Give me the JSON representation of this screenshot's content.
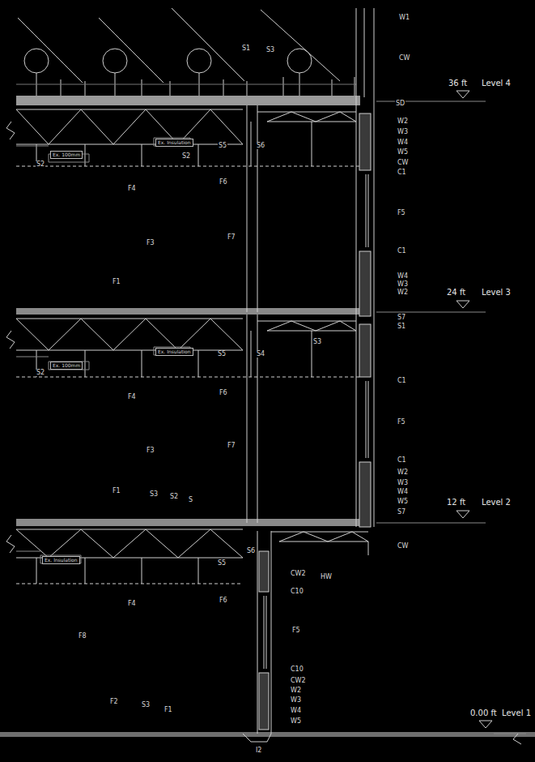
{
  "diagram": {
    "labels": [
      "W1",
      "CW",
      "S1",
      "S3",
      "36 ft",
      "Level 4",
      "SD",
      "W2",
      "W3",
      "W4",
      "W5",
      "Ex. 100mm",
      "Ex. Insulation",
      "S2",
      "S5",
      "S6",
      "S2",
      "CW",
      "C1",
      "F4",
      "F6",
      "F5",
      "F7",
      "F3",
      "C1",
      "W4",
      "W3",
      "W2",
      "F1",
      "24 ft",
      "Level 3",
      "S7",
      "S1",
      "Ex. 100mm",
      "Ex. Insulation",
      "S3",
      "S5",
      "S4",
      "S2",
      "C1",
      "F4",
      "F6",
      "F5",
      "F7",
      "F3",
      "C1",
      "F1",
      "S3",
      "S2",
      "S",
      "W2",
      "W3",
      "12 ft",
      "Level 2",
      "W4",
      "W5",
      "S7",
      "Ex. Insulation",
      "S6",
      "S5",
      "CW",
      "HW",
      "CW2",
      "C10",
      "F4",
      "F6",
      "F5",
      "F8",
      "C10",
      "CW2",
      "W2",
      "W3",
      "F2",
      "S3",
      "F1",
      "W4",
      "0.00 ft",
      "Level 1",
      "W5",
      "I2"
    ]
  }
}
